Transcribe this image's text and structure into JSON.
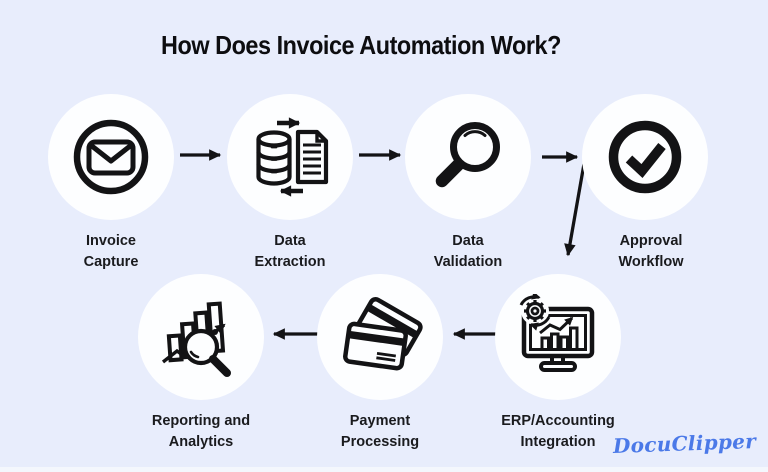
{
  "title": "How Does Invoice Automation Work?",
  "steps": [
    {
      "label_line1": "Invoice",
      "label_line2": "Capture",
      "icon": "envelope-circle-icon"
    },
    {
      "label_line1": "Data",
      "label_line2": "Extraction",
      "icon": "database-document-transfer-icon"
    },
    {
      "label_line1": "Data",
      "label_line2": "Validation",
      "icon": "magnifier-icon"
    },
    {
      "label_line1": "Approval",
      "label_line2": "Workflow",
      "icon": "check-circle-icon"
    },
    {
      "label_line1": "ERP/Accounting",
      "label_line2": "Integration",
      "icon": "monitor-chart-gear-icon"
    },
    {
      "label_line1": "Payment",
      "label_line2": "Processing",
      "icon": "credit-cards-icon"
    },
    {
      "label_line1": "Reporting and",
      "label_line2": "Analytics",
      "icon": "bar-chart-magnifier-icon"
    }
  ],
  "flow": [
    {
      "from": "Invoice Capture",
      "to": "Data Extraction"
    },
    {
      "from": "Data Extraction",
      "to": "Data Validation"
    },
    {
      "from": "Data Validation",
      "to": "Approval Workflow"
    },
    {
      "from": "Approval Workflow",
      "to": "ERP/Accounting Integration"
    },
    {
      "from": "ERP/Accounting Integration",
      "to": "Payment Processing"
    },
    {
      "from": "Payment Processing",
      "to": "Reporting and Analytics"
    }
  ],
  "brand": {
    "name": "DocuClipper",
    "color": "#4b79e8"
  },
  "colors": {
    "background": "#e8edfc",
    "node_fill": "#fdfeff",
    "ink": "#131315"
  }
}
